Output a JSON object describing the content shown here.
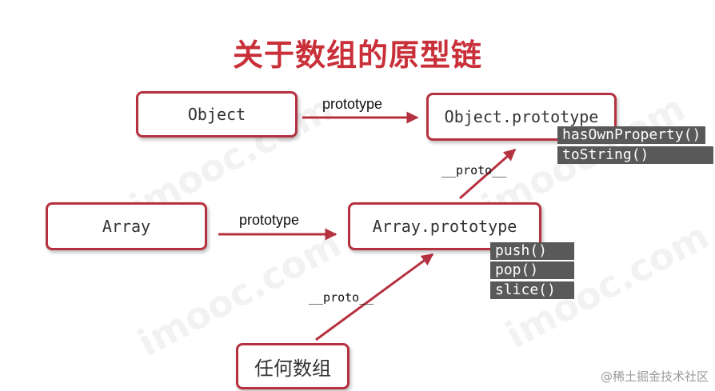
{
  "title": "关于数组的原型链",
  "nodes": {
    "object": "Object",
    "object_prototype": "Object.prototype",
    "array": "Array",
    "array_prototype": "Array.prototype",
    "any_array": "任何数组"
  },
  "object_prototype_methods": [
    "hasOwnProperty()",
    "toString()"
  ],
  "array_prototype_methods": [
    "push()",
    "pop()",
    "slice()"
  ],
  "edge_labels": {
    "object_to_prototype": "prototype",
    "array_to_prototype": "prototype",
    "array_prototype_proto": "__proto__",
    "any_array_proto": "__proto__"
  },
  "watermark": "imooc.com",
  "footer": "@稀土掘金技术社区",
  "colors": {
    "accent": "#c9303a",
    "box_border": "#b6313f",
    "method_bg": "#595959"
  }
}
